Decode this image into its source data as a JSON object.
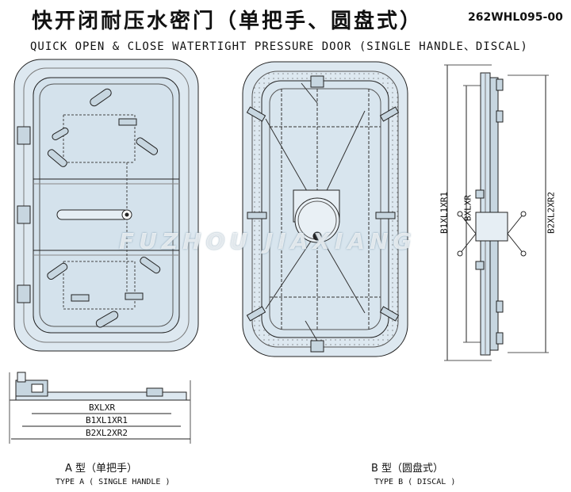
{
  "header": {
    "title_cn": "快开闭耐压水密门（单把手、圆盘式）",
    "drawing_code": "262WHL095-00",
    "title_en": "QUICK OPEN & CLOSE WATERTIGHT PRESSURE DOOR (SINGLE HANDLE、DISCAL)"
  },
  "dimensions": {
    "inner": "BXLXR",
    "middle": "B1XL1XR1",
    "outer": "B2XL2XR2"
  },
  "type_a": {
    "label_cn": "A 型（单把手）",
    "label_en": "TYPE A ( SINGLE HANDLE )"
  },
  "type_b": {
    "label_cn": "B 型（圆盘式）",
    "label_en": "TYPE B ( DISCAL )"
  },
  "watermark": "FUZHOU JIAXIANG",
  "colors": {
    "panel": "#dde8f0",
    "line": "#222222"
  }
}
